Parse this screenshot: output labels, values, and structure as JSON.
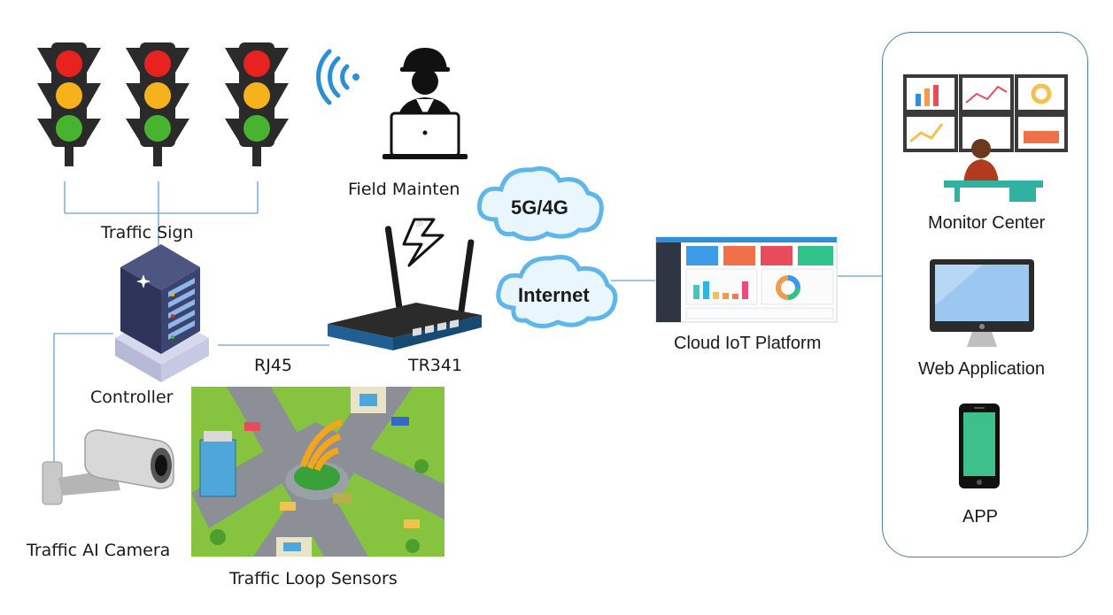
{
  "labels": {
    "traffic_sign": "Traffic Sign",
    "field_mainten": "Field Mainten",
    "controller": "Controller",
    "rj45": "RJ45",
    "tr341": "TR341",
    "traffic_ai_camera": "Traffic AI Camera",
    "traffic_loop_sensors": "Traffic Loop Sensors",
    "cloud_5g": "5G/4G",
    "cloud_internet": "Internet",
    "cloud_iot_platform": "Cloud IoT Platform",
    "monitor_center": "Monitor Center",
    "web_application": "Web Application",
    "app": "APP"
  },
  "colors": {
    "red_light": "#e8231f",
    "yellow_light": "#f5b21a",
    "green_light": "#47b32e",
    "traffic_body": "#2a2a2a",
    "wifi_blue": "#2b8fd6",
    "cloud_blue": "#5fb6ea",
    "line_blue": "#6aa0c8",
    "router_blue": "#1f5f93",
    "panel_border": "#4a7fa8",
    "phone_screen": "#3ec08c",
    "monitor_screen": "#9cc7f0"
  }
}
